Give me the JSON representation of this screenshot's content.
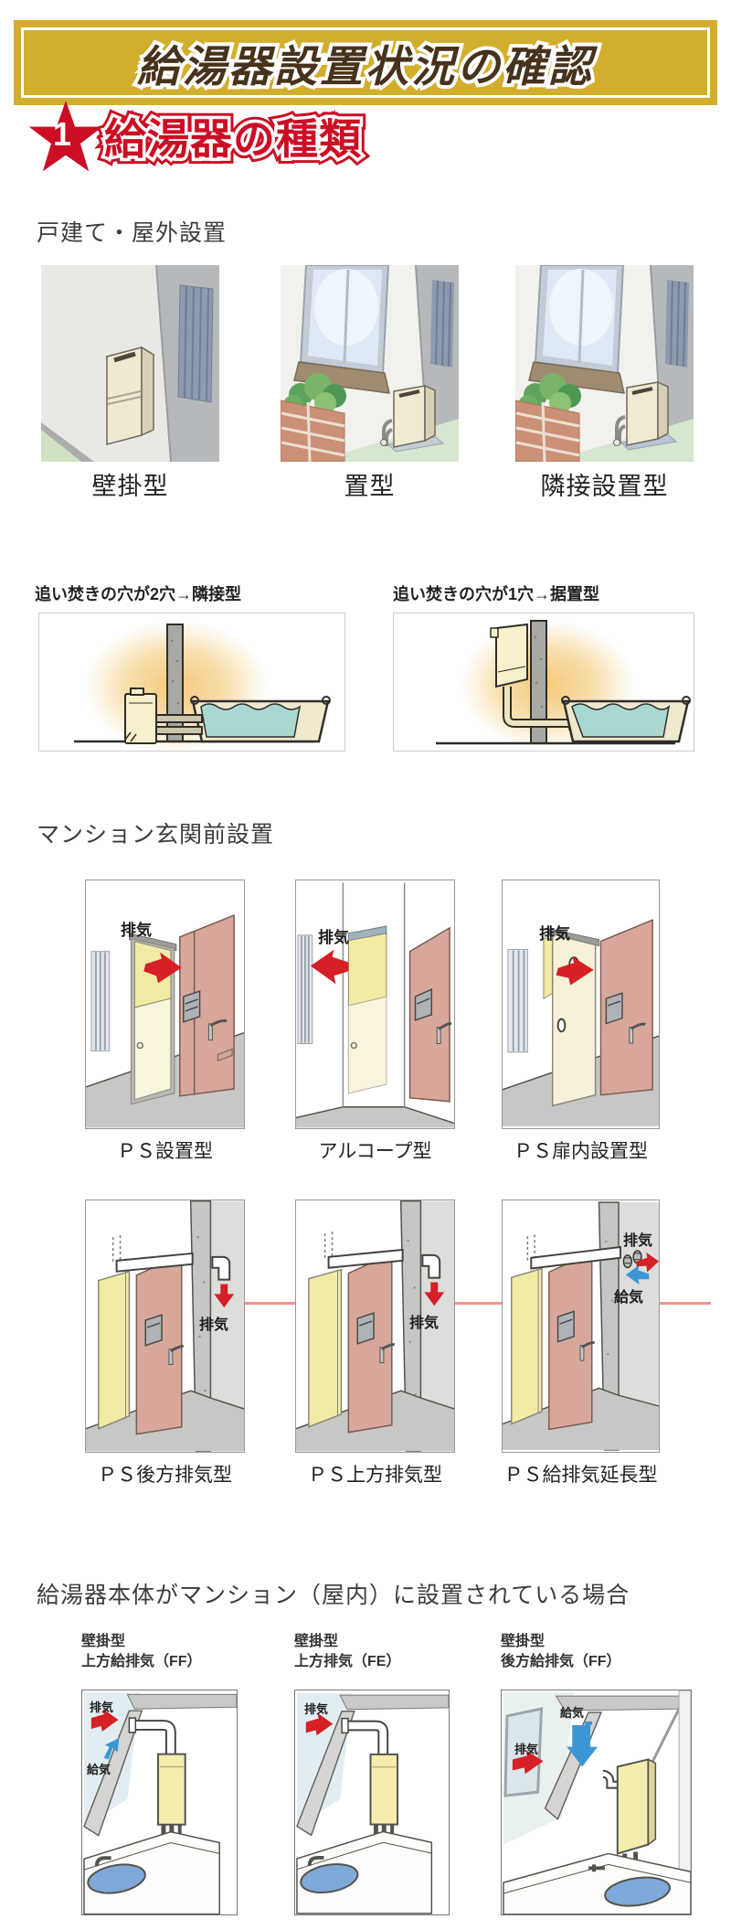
{
  "banner": {
    "title": "給湯器設置状況の確認"
  },
  "kinds": {
    "badge_number": "1",
    "heading": "給湯器の種類"
  },
  "labels": {
    "exhaust": "排気",
    "intake": "給気"
  },
  "outdoor": {
    "heading": "戸建て・屋外設置",
    "items": [
      {
        "caption": "壁掛型"
      },
      {
        "caption": "置型"
      },
      {
        "caption": "隣接設置型"
      }
    ]
  },
  "bath": {
    "items": [
      {
        "caption": "追い焚きの穴が2穴→隣接型"
      },
      {
        "caption": "追い焚きの穴が1穴→据置型"
      }
    ]
  },
  "mansion_front": {
    "heading": "マンション玄関前設置",
    "row1": [
      {
        "caption": "ＰＳ設置型"
      },
      {
        "caption": "アルコープ型"
      },
      {
        "caption": "ＰＳ扉内設置型"
      }
    ],
    "row2": [
      {
        "caption": "ＰＳ後方排気型"
      },
      {
        "caption": "ＰＳ上方排気型"
      },
      {
        "caption": "ＰＳ給排気延長型"
      }
    ]
  },
  "indoor": {
    "heading": "給湯器本体がマンション（屋内）に設置されている場合",
    "items": [
      {
        "type": "壁掛型",
        "vent": "上方給排気（FF）"
      },
      {
        "type": "壁掛型",
        "vent": "上方排気（FE）"
      },
      {
        "type": "壁掛型",
        "vent": "後方給排気（FF）"
      }
    ]
  },
  "colors": {
    "banner_gold": "#d2ae2d",
    "banner_text": "#47321c",
    "accent_red": "#cc0e24",
    "arrow_red": "#d61f26",
    "arrow_blue": "#3d96d4"
  }
}
